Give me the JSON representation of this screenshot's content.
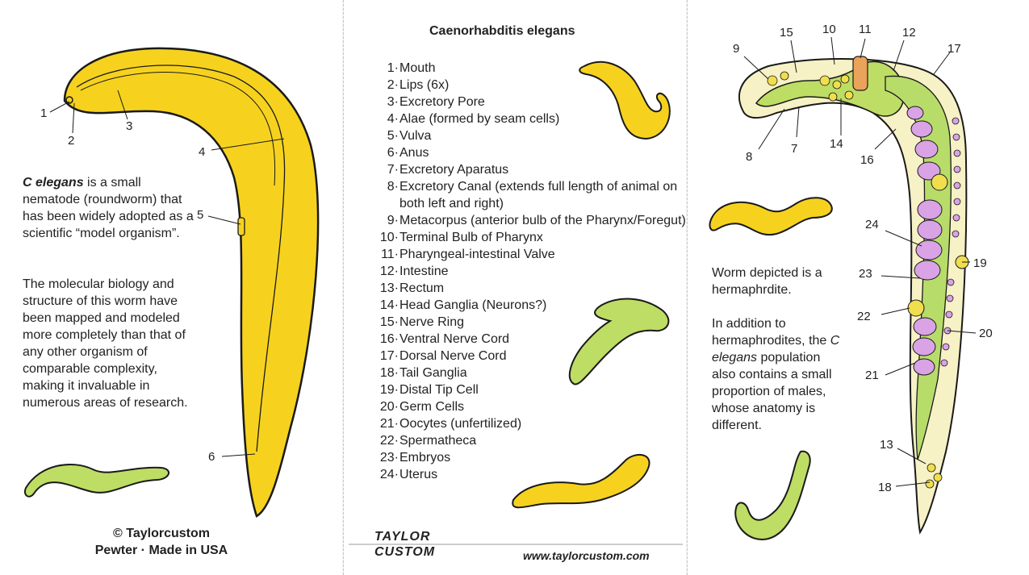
{
  "panel1": {
    "labels": [
      "1",
      "2",
      "3",
      "4",
      "5",
      "6"
    ],
    "description_lead": "C elegans",
    "description_rest": " is a small nematode (roundworm) that has been widely adopted as a scientific “model organism”.",
    "description_2": "The molecular biology and structure of this worm have been mapped and modeled more completely than that of any other organism of comparable complexity, making it invaluable in numerous areas of research.",
    "copyright": "© Taylorcustom",
    "made_in": "Pewter · Made in USA"
  },
  "panel2": {
    "title": "Caenorhabditis elegans",
    "legend": [
      {
        "num": "1·",
        "label": "Mouth"
      },
      {
        "num": "2·",
        "label": "Lips (6x)"
      },
      {
        "num": "3·",
        "label": "Excretory Pore"
      },
      {
        "num": "4·",
        "label": "Alae (formed by seam cells)"
      },
      {
        "num": "5·",
        "label": "Vulva"
      },
      {
        "num": "6·",
        "label": "Anus"
      },
      {
        "num": "7·",
        "label": "Excretory Aparatus"
      },
      {
        "num": "8·",
        "label": "Excretory Canal (extends full length of animal on both left and right)"
      },
      {
        "num": "9·",
        "label": "Metacorpus (anterior bulb of the Pharynx/Foregut)"
      },
      {
        "num": "10·",
        "label": "Terminal Bulb of Pharynx"
      },
      {
        "num": "11·",
        "label": "Pharyngeal-intestinal Valve"
      },
      {
        "num": "12·",
        "label": "Intestine"
      },
      {
        "num": "13·",
        "label": "Rectum"
      },
      {
        "num": "14·",
        "label": "Head Ganglia (Neurons?)"
      },
      {
        "num": "15·",
        "label": "Nerve Ring"
      },
      {
        "num": "16·",
        "label": "Ventral Nerve Cord"
      },
      {
        "num": "17·",
        "label": "Dorsal Nerve Cord"
      },
      {
        "num": "18·",
        "label": "Tail Ganglia"
      },
      {
        "num": "19·",
        "label": "Distal Tip Cell"
      },
      {
        "num": "20·",
        "label": "Germ Cells"
      },
      {
        "num": "21·",
        "label": "Oocytes (unfertilized)"
      },
      {
        "num": "22·",
        "label": "Spermatheca"
      },
      {
        "num": "23·",
        "label": "Embryos"
      },
      {
        "num": "24·",
        "label": "Uterus"
      }
    ],
    "logo_line1": "TAYLOR",
    "logo_line2": "CUSTOM",
    "url": "www.taylorcustom.com"
  },
  "panel3": {
    "labels": {
      "l9": "9",
      "l15": "15",
      "l10": "10",
      "l11": "11",
      "l12": "12",
      "l17": "17",
      "l8": "8",
      "l7": "7",
      "l14": "14",
      "l16": "16",
      "l24": "24",
      "l19": "19",
      "l23": "23",
      "l22": "22",
      "l20": "20",
      "l21": "21",
      "l13": "13",
      "l18": "18"
    },
    "note_1": "Worm depicted is a hermaphrdite.",
    "note_2a": "In addition to hermaphrodites, the ",
    "note_2b": "C elegans",
    "note_2c": " population also contains a small proportion of males, whose anatomy is different."
  },
  "colors": {
    "worm_yellow": "#f6d21f",
    "worm_outline": "#1a1a1a",
    "worm_green": "#bedd64",
    "egg_purple": "#d9a3e6",
    "gut_green": "#b8dc6a",
    "valve_orange": "#e9a35a",
    "background": "#ffffff"
  },
  "icons": [
    "worm-illustration",
    "anatomy-diagram",
    "worm-silhouette"
  ]
}
